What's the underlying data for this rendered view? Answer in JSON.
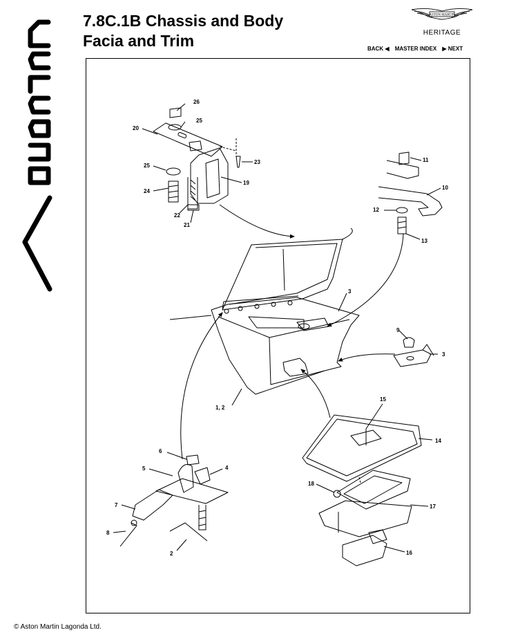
{
  "header": {
    "title_line1": "7.8C.1B Chassis and Body",
    "title_line2": "Facia and Trim"
  },
  "brand": {
    "logo_text": "ASTON MARTIN",
    "heritage": "HERITAGE",
    "side_logo_text": "Vantage"
  },
  "nav": {
    "back": "BACK ◀",
    "master_index": "MASTER INDEX",
    "next": "▶ NEXT"
  },
  "footer": {
    "copyright": "© Aston Martin Lagonda Ltd."
  },
  "callouts": {
    "c1": "26",
    "c2": "25",
    "c3": "20",
    "c4": "23",
    "c5": "25",
    "c6": "19",
    "c7": "24",
    "c8": "22",
    "c9": "21",
    "c10": "11",
    "c11": "10",
    "c12": "12",
    "c13": "13",
    "c14": "3",
    "c15": "9",
    "c16": "3",
    "c17": "1, 2",
    "c18": "15",
    "c19": "14",
    "c20": "18",
    "c21": "17",
    "c22": "16",
    "c23": "6",
    "c24": "5",
    "c25": "4",
    "c26": "7",
    "c27": "8",
    "c28": "2"
  },
  "colors": {
    "line": "#000000",
    "background": "#ffffff"
  }
}
